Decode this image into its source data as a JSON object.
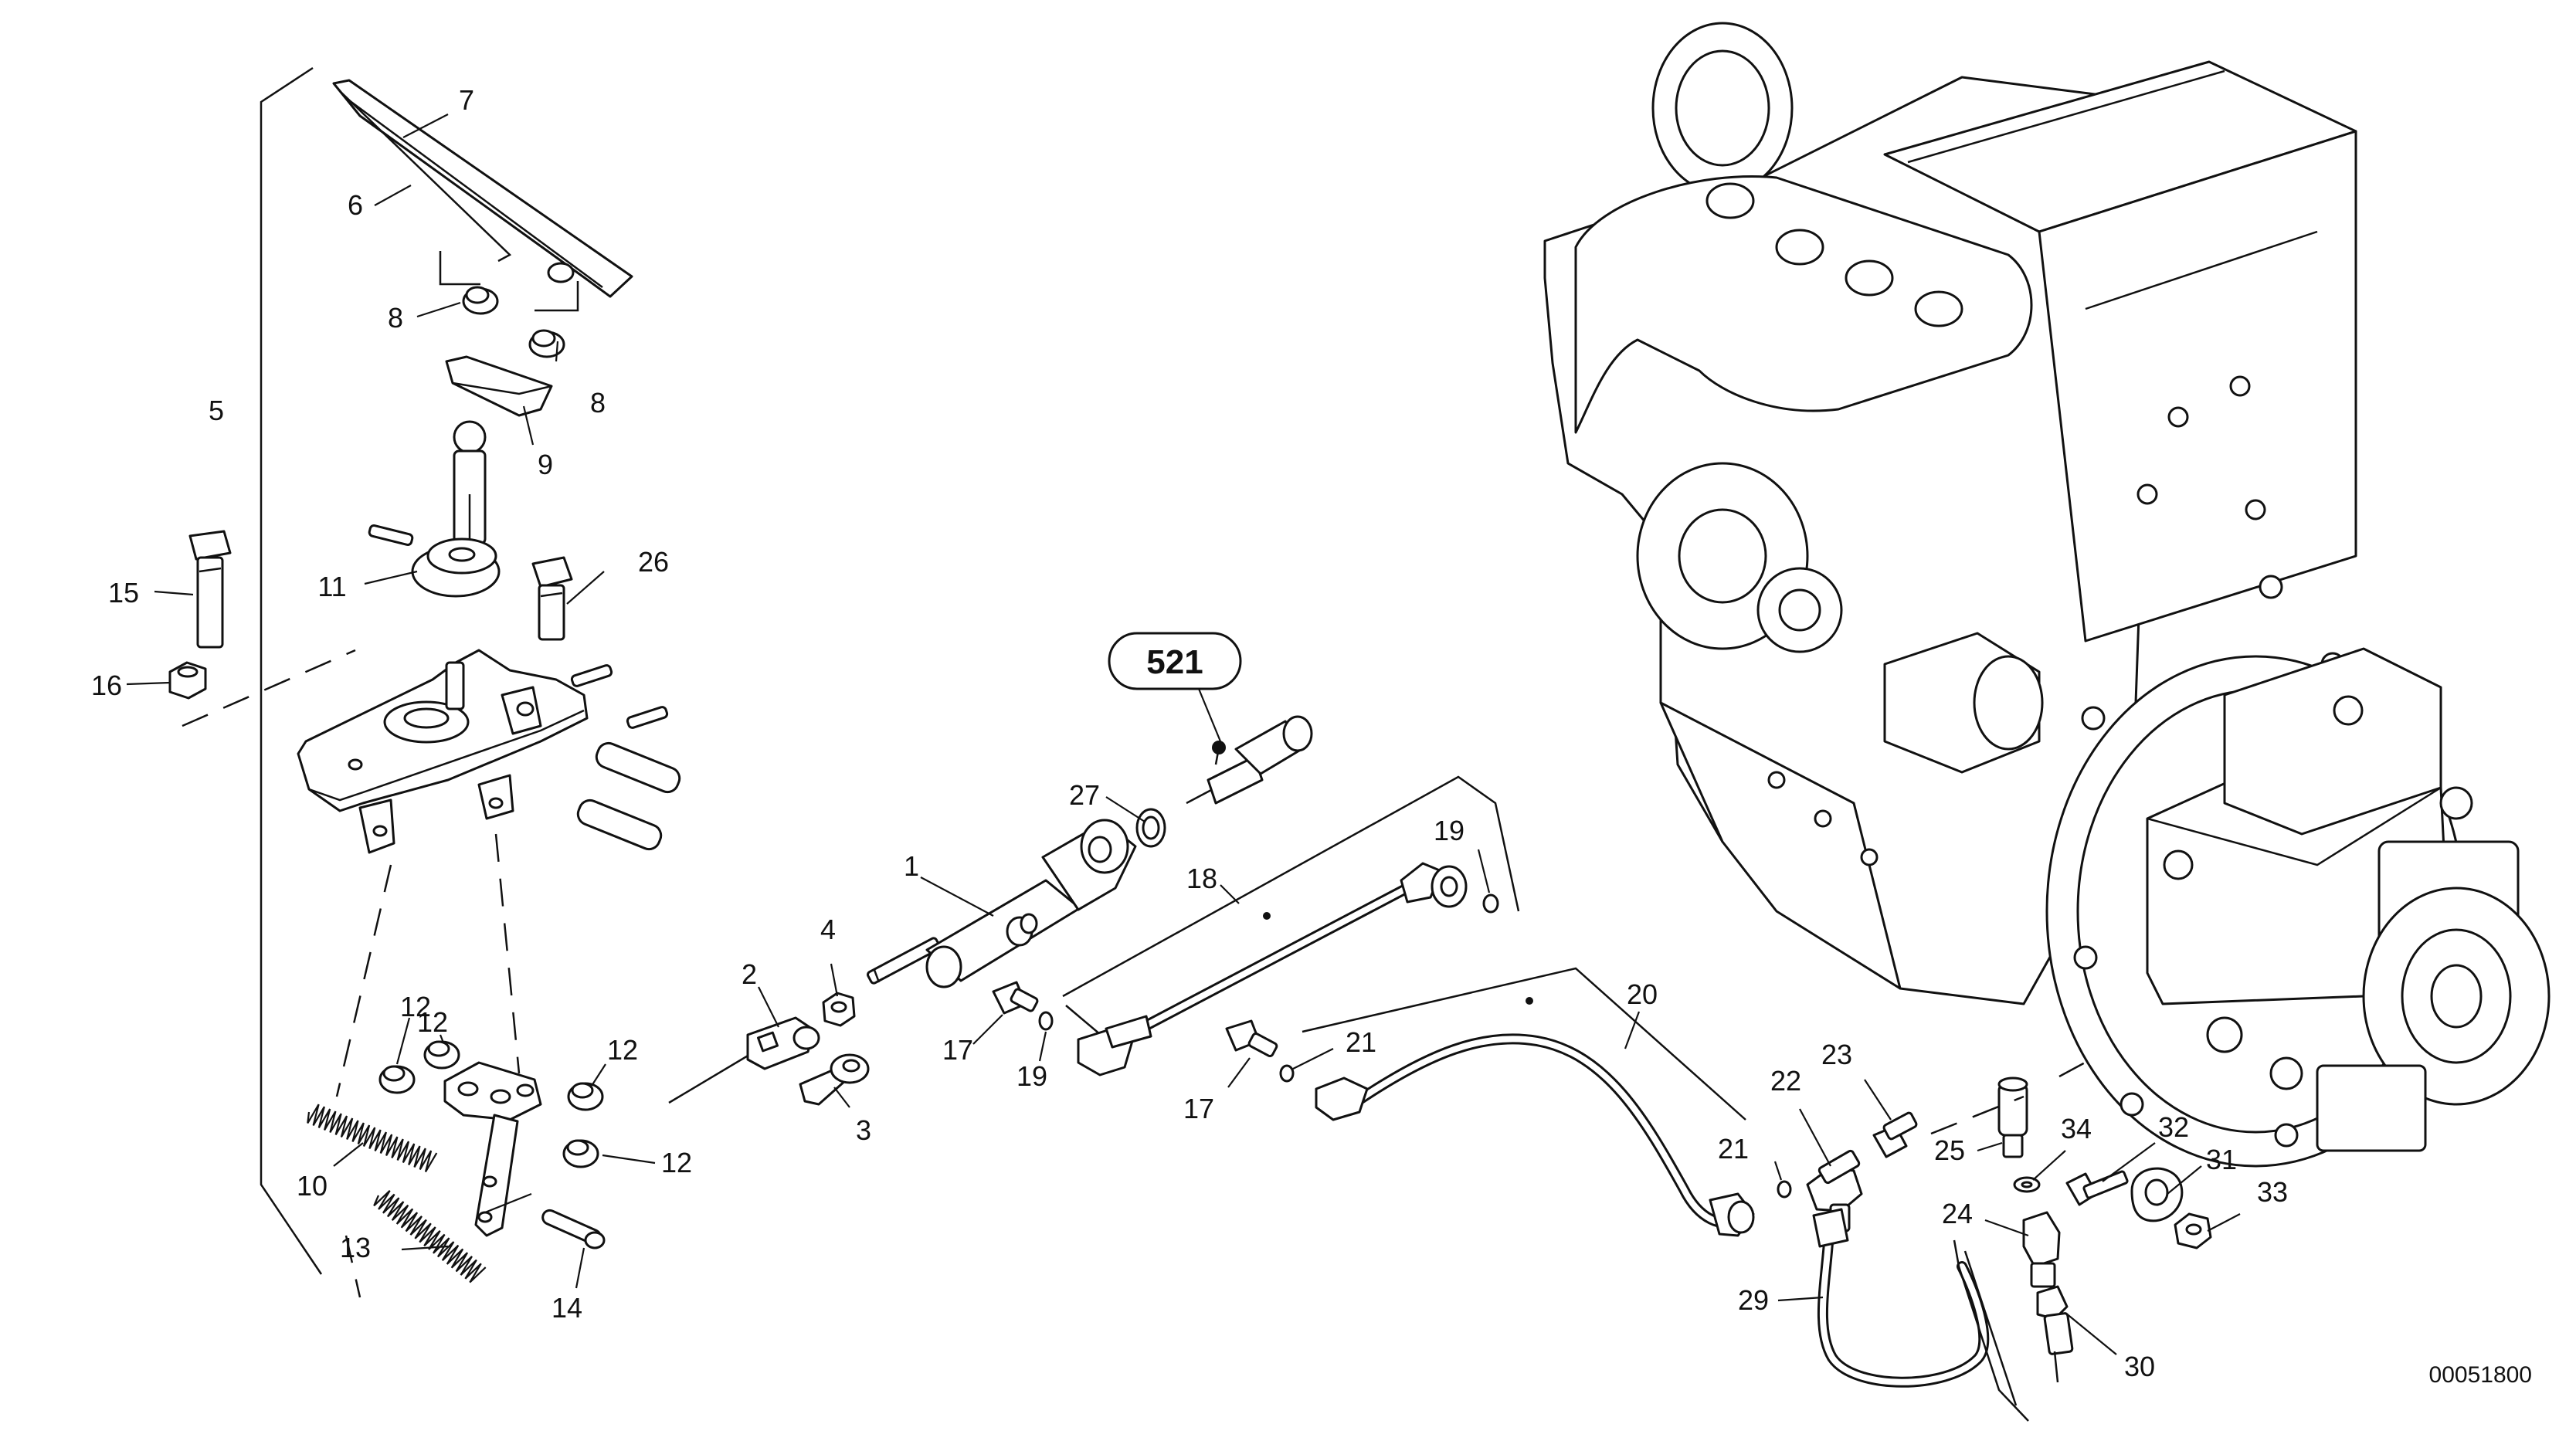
{
  "diagram": {
    "reference_group": "521",
    "drawing_number": "00051800",
    "callouts": [
      {
        "label": "7"
      },
      {
        "label": "6"
      },
      {
        "label": "8"
      },
      {
        "label": "8"
      },
      {
        "label": "5"
      },
      {
        "label": "9"
      },
      {
        "label": "26"
      },
      {
        "label": "11"
      },
      {
        "label": "15"
      },
      {
        "label": "16"
      },
      {
        "label": "27"
      },
      {
        "label": "1"
      },
      {
        "label": "18"
      },
      {
        "label": "19"
      },
      {
        "label": "4"
      },
      {
        "label": "2"
      },
      {
        "label": "17"
      },
      {
        "label": "19"
      },
      {
        "label": "17"
      },
      {
        "label": "3"
      },
      {
        "label": "21"
      },
      {
        "label": "20"
      },
      {
        "label": "12"
      },
      {
        "label": "12"
      },
      {
        "label": "12"
      },
      {
        "label": "12"
      },
      {
        "label": "10"
      },
      {
        "label": "13"
      },
      {
        "label": "14"
      },
      {
        "label": "22"
      },
      {
        "label": "23"
      },
      {
        "label": "21"
      },
      {
        "label": "25"
      },
      {
        "label": "34"
      },
      {
        "label": "32"
      },
      {
        "label": "31"
      },
      {
        "label": "33"
      },
      {
        "label": "24"
      },
      {
        "label": "29"
      },
      {
        "label": "30"
      }
    ]
  }
}
